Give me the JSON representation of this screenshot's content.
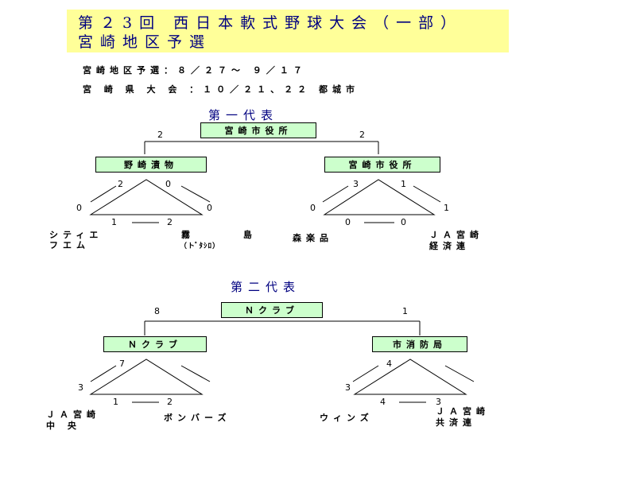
{
  "title": {
    "line1": "第２3回 西日本軟式野球大会（一部）",
    "line2": "宮崎地区予選"
  },
  "info": {
    "qualifier": "宮崎地区予選：８／２７～ ９／１７",
    "prefectural": "宮 崎 県 大 会 ：１０／２１、２２ 都城市"
  },
  "rep1": {
    "label": "第一代表",
    "winner": "宮崎市役所",
    "final_left_score": "2",
    "final_right_score": "2",
    "semi_left": {
      "team": "野崎漬物",
      "score_top_left": "2",
      "score_top_right": "0",
      "score_left": "0",
      "score_right": "0",
      "score_bottom_left": "1",
      "score_bottom_right": "2",
      "team_a_line1": "シティエ",
      "team_a_line2": "フエム",
      "team_b_line1": "霧　　　 島",
      "team_b_line2": "（トﾞﾀｼﾛ）"
    },
    "semi_right": {
      "team": "宮崎市役所",
      "score_top_left": "3",
      "score_top_right": "1",
      "score_left": "0",
      "score_right": "1",
      "score_bottom_left": "0",
      "score_bottom_right": "0",
      "team_a_line1": "森楽品",
      "team_b_line1": "ＪＡ宮崎",
      "team_b_line2": "経済連"
    }
  },
  "rep2": {
    "label": "第二代表",
    "winner": "Ｎクラブ",
    "final_left_score": "8",
    "final_right_score": "1",
    "semi_left": {
      "team": "Ｎクラブ",
      "score_top_left": "7",
      "score_left": "3",
      "score_bottom_left": "1",
      "score_bottom_right": "2",
      "team_a_line1": "ＪＡ宮崎",
      "team_a_line2": "中 央",
      "team_b_line1": "ボンバーズ"
    },
    "semi_right": {
      "team": "市消防局",
      "score_top_left": "4",
      "score_left": "3",
      "score_bottom_left": "4",
      "score_bottom_right": "3",
      "team_a_line1": "ウィンズ",
      "team_b_line1": "ＪＡ宮崎",
      "team_b_line2": "共済連"
    }
  }
}
